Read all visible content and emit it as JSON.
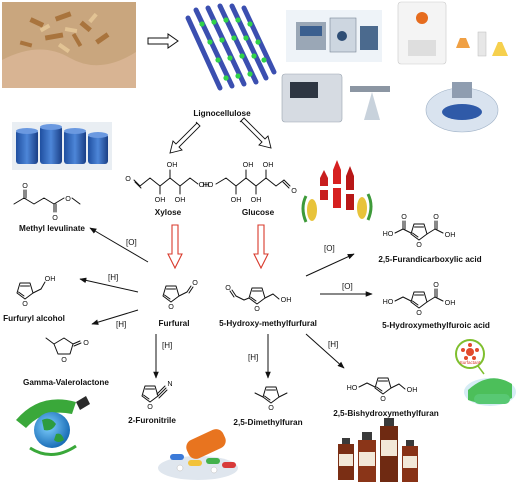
{
  "colors": {
    "arrow": "#111111",
    "red_arrow": "#d8392b",
    "text": "#111111",
    "ring_oxygen": "#111111"
  },
  "nodes": {
    "lignocellulose": "Lignocellulose",
    "xylose": "Xylose",
    "glucose": "Glucose",
    "furfural": "Furfural",
    "hmf": "5-Hydroxy-methylfurfural",
    "methyl_levulinate": "Methyl levulinate",
    "furfuryl_alcohol": "Furfuryl alcohol",
    "gvl": "Gamma-Valerolactone",
    "furonitrile": "2-Furonitrile",
    "dmf": "2,5-Dimethylfuran",
    "fdca": "2,5-Furandicarboxylic acid",
    "hmfa": "5-Hydroxymethylfuroic acid",
    "bhmf": "2,5-Bishydroxymethylfuran"
  },
  "conditions": {
    "oxidation": "[O]",
    "hydrogenation": "[H]"
  },
  "atoms": {
    "o": "O",
    "oh": "OH",
    "ho": "HO",
    "n": "N"
  },
  "decor": {
    "surfactant": "Surfactant"
  },
  "icons": {
    "biomass_photo": "wood-chips-in-hand-photo",
    "cellulose_fibers": "cellulose-fiber-bundle-icon",
    "lab_equipment": "lab-instruments-icon",
    "drinks": "soda-bottles-and-corn-icon",
    "barrels": "blue-barrels-icon",
    "earth_fuel": "green-earth-fuel-nozzle-icon",
    "pills": "medicine-pills-icon",
    "chemicals": "chemical-bottles-icon",
    "surfactant_icon": "surfactant-icon"
  }
}
